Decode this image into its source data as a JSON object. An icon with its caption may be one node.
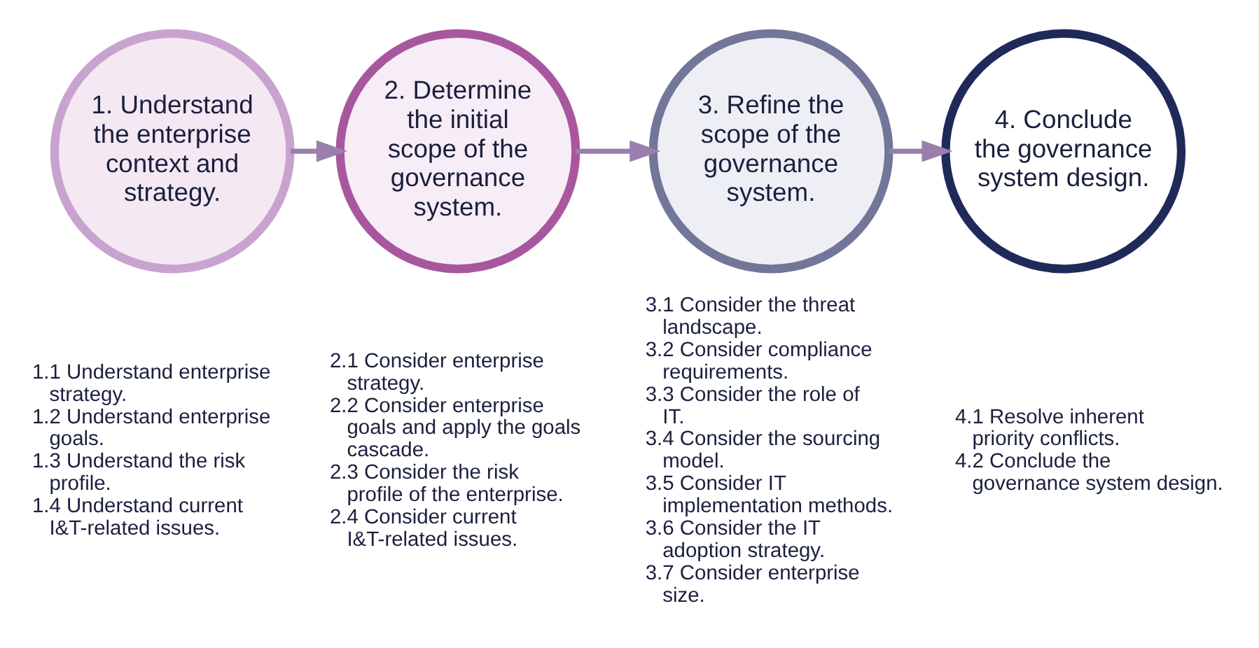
{
  "diagram": {
    "nodes": [
      {
        "text": [
          "1. Understand the enterprise context and strategy."
        ],
        "beside": [
          "1.1 Understand enterprise strategy.",
          "1.2 Understand enterprise goals.",
          "1.3 Understand the risk profile.",
          "1.4 Understand current I&T-related issues."
        ]
      },
      {
        "text": [
          "2. Determine the initial scope of the governance system."
        ],
        "beside": [
          "2.1 Consider enterprise strategy.",
          "2.2 Consider enterprise goals and apply the goals cascade.",
          "2.3 Consider the risk profile of the enterprise.",
          "2.4 Consider current I&T-related issues."
        ]
      },
      {
        "text": [
          "3. Refine the scope of the governance system."
        ],
        "beside": [
          "3.1 Consider the threat landscape.",
          "3.2 Consider compliance requirements.",
          "3.3 Consider the role of IT.",
          "3.4 Consider the sourcing model.",
          "3.5 Consider IT implementation methods.",
          "3.6 Consider the IT adoption strategy.",
          "3.7 Consider enterprise size."
        ]
      },
      {
        "text": [
          "4. Conclude the governance system design."
        ],
        "beside": [
          "4.1 Resolve inherent priority conflicts.",
          "4.2 Conclude the governance system design."
        ]
      }
    ],
    "edges": [
      {
        "from": 0,
        "to": 1,
        "arrow": "to"
      },
      {
        "from": 1,
        "to": 2,
        "arrow": "to"
      },
      {
        "from": 2,
        "to": 3,
        "arrow": "to"
      }
    ]
  }
}
